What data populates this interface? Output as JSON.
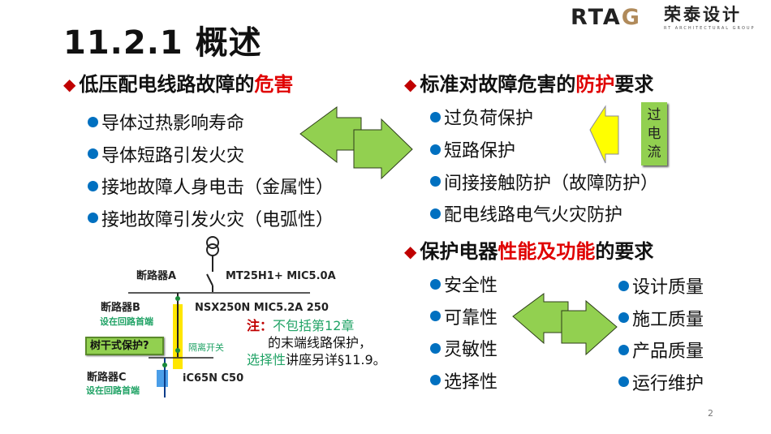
{
  "logo": {
    "latin": "RTAG",
    "chinese": "荣泰设计",
    "subtitle": "RT ARCHITECTURAL GROUP"
  },
  "title": "11.2.1  概述",
  "left_section": {
    "heading_plain": "低压配电线路故障的",
    "heading_red": "危害",
    "items": [
      "导体过热影响寿命",
      "导体短路引发火灾",
      "接地故障人身电击（金属性）",
      "接地故障引发火灾（电弧性）"
    ]
  },
  "right_section": {
    "heading_plain_1": "标准对故障危害的",
    "heading_red": "防护",
    "heading_plain_2": "要求",
    "items": [
      "过负荷保护",
      "短路保护",
      "间接接触防护（故障防护）",
      "配电线路电气火灾防护"
    ],
    "overcurrent_label": "过电流"
  },
  "perf_section": {
    "heading_plain_1": "保护电器",
    "heading_red": "性能及功能",
    "heading_plain_2": "的要求",
    "left_items": [
      "安全性",
      "可靠性",
      "灵敏性",
      "选择性"
    ],
    "right_items": [
      "设计质量",
      "施工质量",
      "产品质量",
      "运行维护"
    ]
  },
  "diagram": {
    "breaker_a": "断路器A",
    "breaker_a_model": "MT25H1+ MIC5.0A",
    "breaker_b": "断路器B",
    "breaker_b_model": "NSX250N MIC5.2A 250",
    "breaker_b_note": "设在回路首端",
    "isolator": "隔离开关",
    "tree_label": "树干式保护?",
    "breaker_c": "断路器C",
    "breaker_c_model": "iC65N C50",
    "breaker_c_note": "设在回路首端"
  },
  "note": {
    "label": "注：",
    "line1_green": "不包括第12章",
    "line2": "的末端线路保护，",
    "line3_green": "选择性",
    "line3_rest": "讲座另详§11.9。"
  },
  "page_number": "2",
  "colors": {
    "bullet": "#0070c0",
    "diamond": "#c00000",
    "highlight": "#e00000",
    "arrow_green": "#92d050",
    "arrow_yellow": "#ffff00",
    "note_green": "#21a366"
  }
}
